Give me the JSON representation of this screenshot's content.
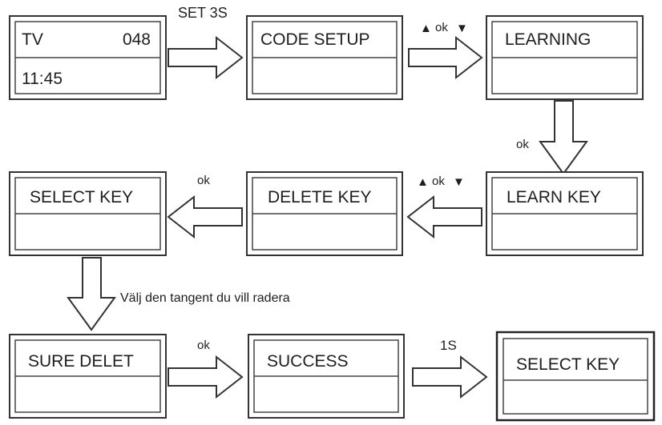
{
  "screens": {
    "tv": {
      "left": "TV",
      "right": "048",
      "bottom": "11:45"
    },
    "code_setup": "CODE SETUP",
    "learning": "LEARNING",
    "learn_key": "LEARN KEY",
    "delete_key": "DELETE KEY",
    "select_key_1": "SELECT KEY",
    "sure_delet": "SURE DELET",
    "success": "SUCCESS",
    "select_key_2": "SELECT KEY"
  },
  "labels": {
    "set_3s": "SET 3S",
    "ok_updown_1": "ok",
    "ok_down": "ok",
    "ok_updown_2": "ok",
    "ok_left": "ok",
    "hint": "Välj den tangent du vill radera",
    "ok_bottom": "ok",
    "one_s": "1S"
  },
  "symbols": {
    "up": "▲",
    "down": "▼"
  }
}
